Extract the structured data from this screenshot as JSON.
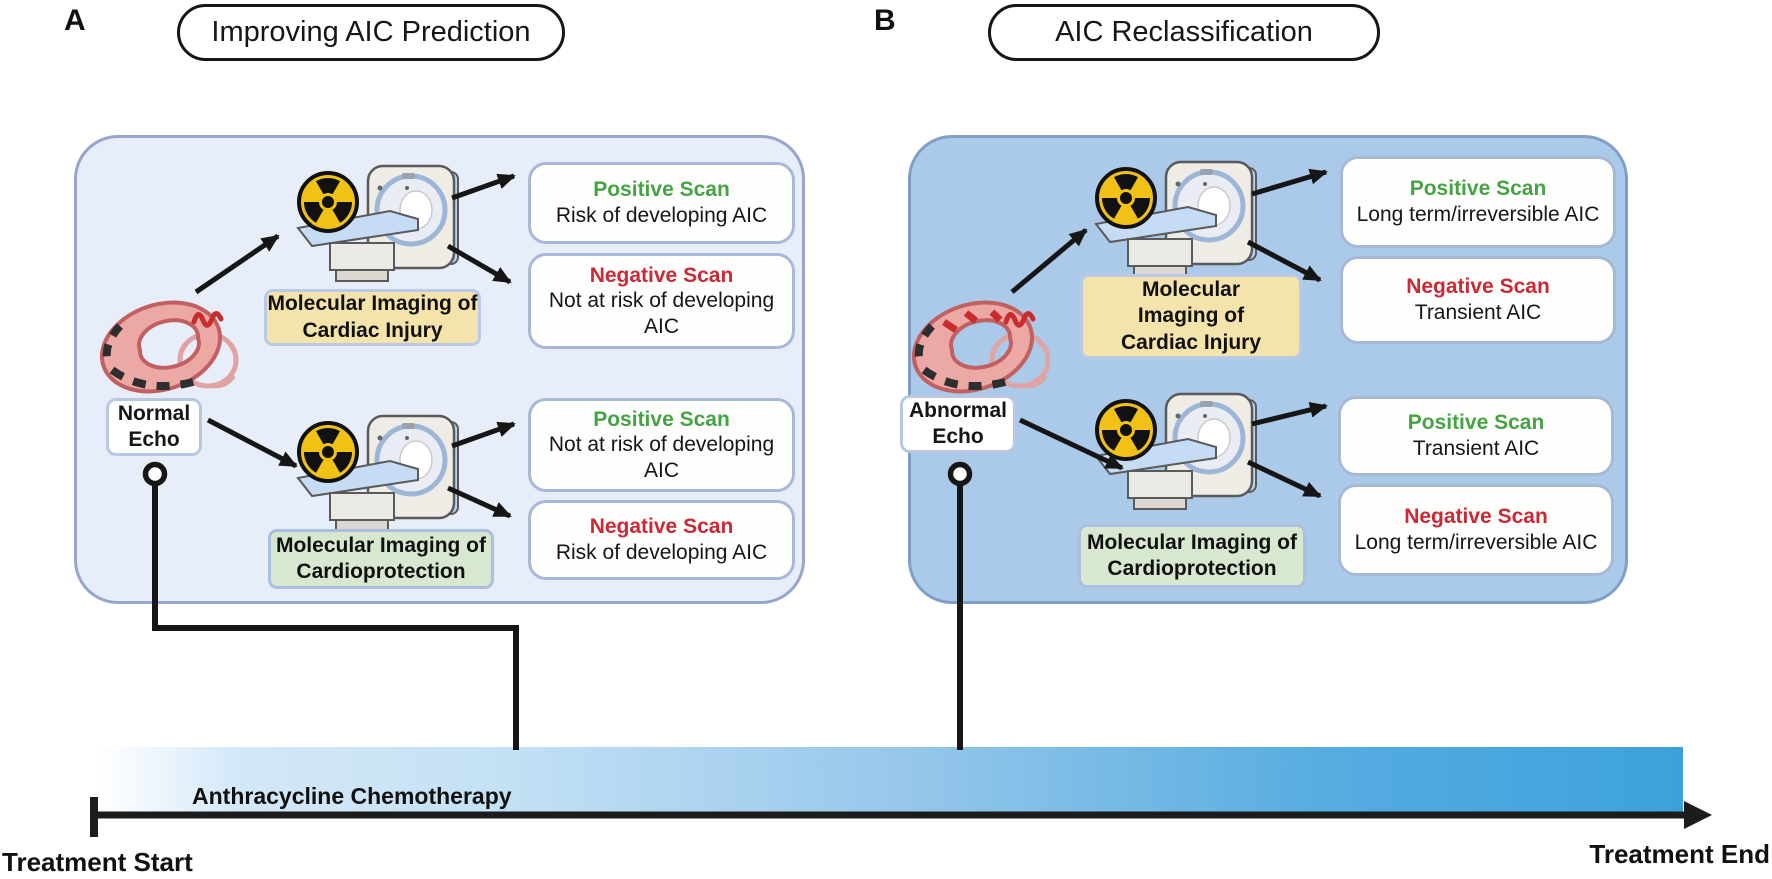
{
  "panel_a": {
    "label": "A",
    "title": "Improving AIC Prediction",
    "echo_box": "Normal Echo",
    "imaging_injury": "Molecular Imaging of Cardiac Injury",
    "imaging_protection": "Molecular Imaging of Cardioprotection",
    "outcomes": [
      {
        "result": "Positive Scan",
        "description": "Risk of developing AIC"
      },
      {
        "result": "Negative Scan",
        "description": "Not at risk of developing AIC"
      },
      {
        "result": "Positive Scan",
        "description": "Not at risk of developing AIC"
      },
      {
        "result": "Negative Scan",
        "description": "Risk of developing AIC"
      }
    ]
  },
  "panel_b": {
    "label": "B",
    "title": "AIC Reclassification",
    "echo_box": "Abnormal Echo",
    "imaging_injury": "Molecular Imaging of Cardiac Injury",
    "imaging_protection": "Molecular Imaging of Cardioprotection",
    "outcomes": [
      {
        "result": "Positive Scan",
        "description": "Long term/irreversible AIC"
      },
      {
        "result": "Negative Scan",
        "description": "Transient AIC"
      },
      {
        "result": "Positive Scan",
        "description": "Transient AIC"
      },
      {
        "result": "Negative Scan",
        "description": "Long term/irreversible AIC"
      }
    ]
  },
  "timeline": {
    "bar_label": "Anthracycline Chemotherapy",
    "start_label": "Treatment Start",
    "end_label": "Treatment End"
  },
  "icons": {
    "heart_a": "echocardiogram-heart",
    "heart_b": "echocardiogram-heart-abnormal",
    "scanner": "pet-ct-scanner-with-radioactive-symbol"
  },
  "colors": {
    "positive_scan_green": "#46a345",
    "negative_scan_red": "#cb2936",
    "panel_a_bg": "#e8eef9",
    "panel_b_bg": "#abcae9",
    "injury_box_bg": "#f5e3ac",
    "protection_box_bg": "#d8e7cf",
    "timeline_blue": "#3da1dc",
    "radioactive_yellow": "#f2c116"
  }
}
